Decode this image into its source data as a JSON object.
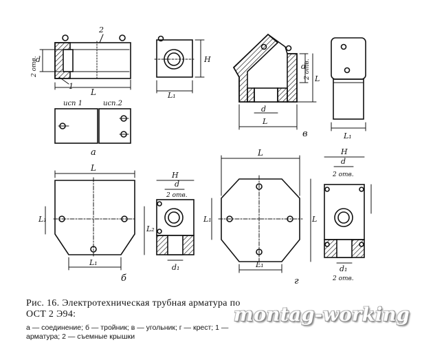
{
  "figure": {
    "caption_title": "Рис. 16. Электротехническая трубная арматура по ОСТ 2 Э94:",
    "caption_note": "а — соединение; б — тройник; в — угольник; г — крест; 1 — арматура; 2 — съемные крышки",
    "watermark": "montag-working"
  },
  "labels": {
    "num2": "2",
    "num1": "1",
    "d": "d",
    "holes2": "2 отв.",
    "L": "L",
    "H": "H",
    "L1": "L₁",
    "L2": "L₂",
    "d1": "d₁",
    "var1": "исп 1",
    "var2": "исп.2",
    "a": "а",
    "b": "б",
    "v": "в",
    "g": "г"
  }
}
